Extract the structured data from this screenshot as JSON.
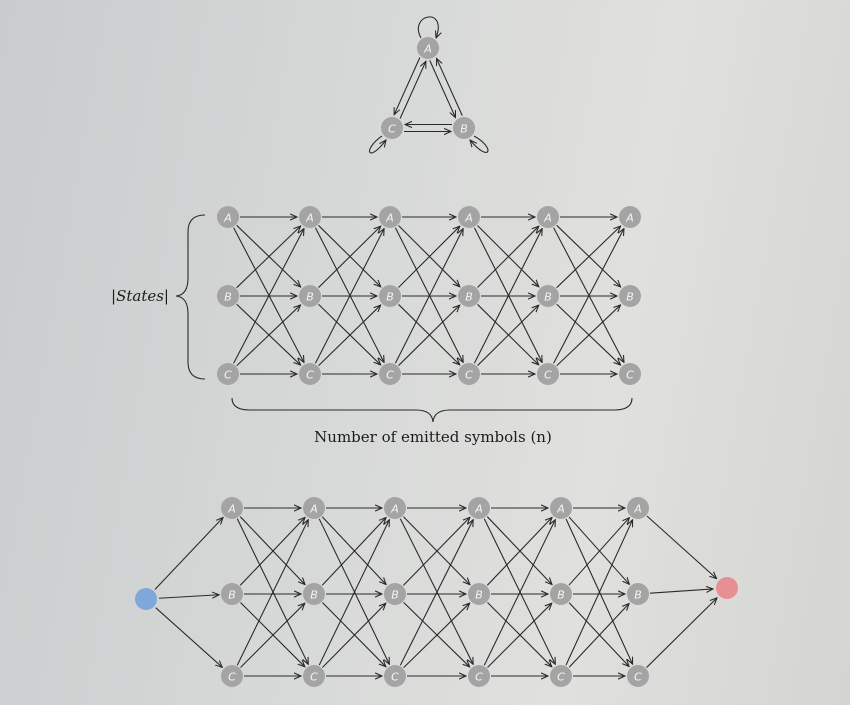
{
  "state_labels": [
    "A",
    "B",
    "C"
  ],
  "states_brace_label": "|States|",
  "emitted_label": "Number of emitted symbols (n)",
  "trellis_columns": 6,
  "colors": {
    "node": "#a4a4a4",
    "start": "#7fa7d9",
    "end": "#e88f93",
    "edge": "#2a2a2a"
  }
}
